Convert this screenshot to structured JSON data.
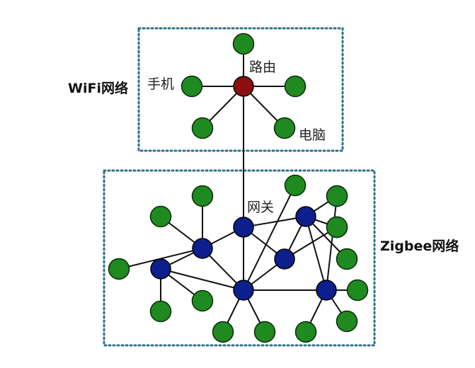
{
  "regions": {
    "wifi": {
      "label": "WiFi网络"
    },
    "zigbee": {
      "label": "Zigbee网络"
    }
  },
  "labels": {
    "router": "路由",
    "phone": "手机",
    "computer": "电脑",
    "gateway": "网关"
  },
  "colors": {
    "border": "#2f6f8f",
    "edge": "#111111",
    "router_fill": "#8b0f0f",
    "coordinator_fill": "#0d1f8c",
    "end_device_fill": "#1f8a1f",
    "node_stroke": "#0a2a0a"
  },
  "nodes": {
    "router": "router",
    "w_top": "end-device",
    "w_right": "end-device",
    "w_left": "end-device",
    "w_bottom_left": "end-device",
    "w_bottom_right": "end-device",
    "gateway": "coordinator",
    "b_left_upper": "coordinator",
    "b_left_lower": "coordinator",
    "b_center": "coordinator",
    "b_mid_right": "coordinator",
    "b_top_right": "coordinator",
    "b_bottom_right": "coordinator",
    "g1": "end-device",
    "g2": "end-device",
    "g3": "end-device",
    "g4": "end-device",
    "g5": "end-device",
    "g6": "end-device",
    "g7": "end-device",
    "g8": "end-device",
    "g9": "end-device",
    "g10": "end-device",
    "g11": "end-device",
    "g12": "end-device",
    "g13": "end-device",
    "g14": "end-device",
    "g15": "end-device",
    "g16": "end-device"
  },
  "edges": [
    [
      "router",
      "w_top"
    ],
    [
      "router",
      "w_right"
    ],
    [
      "router",
      "w_left"
    ],
    [
      "router",
      "w_bottom_left"
    ],
    [
      "router",
      "w_bottom_right"
    ],
    [
      "router",
      "gateway"
    ],
    [
      "gateway",
      "b_left_upper"
    ],
    [
      "gateway",
      "b_top_right"
    ],
    [
      "gateway",
      "b_mid_right"
    ],
    [
      "gateway",
      "b_center"
    ],
    [
      "b_left_upper",
      "b_left_lower"
    ],
    [
      "b_left_upper",
      "b_center"
    ],
    [
      "b_left_lower",
      "b_center"
    ],
    [
      "b_center",
      "b_mid_right"
    ],
    [
      "b_center",
      "b_bottom_right"
    ],
    [
      "b_mid_right",
      "b_top_right"
    ],
    [
      "b_top_right",
      "b_bottom_right"
    ],
    [
      "b_left_upper",
      "g1"
    ],
    [
      "b_left_upper",
      "g2"
    ],
    [
      "b_left_upper",
      "g3"
    ],
    [
      "b_left_lower",
      "g4"
    ],
    [
      "b_left_lower",
      "g5"
    ],
    [
      "b_center",
      "g6"
    ],
    [
      "b_center",
      "g7"
    ],
    [
      "b_center",
      "g8"
    ],
    [
      "b_top_right",
      "g9"
    ],
    [
      "b_top_right",
      "g10"
    ],
    [
      "b_top_right",
      "g11"
    ],
    [
      "b_bottom_right",
      "g12"
    ],
    [
      "b_bottom_right",
      "g13"
    ],
    [
      "b_bottom_right",
      "g14"
    ],
    [
      "b_bottom_right",
      "g15"
    ],
    [
      "b_mid_right",
      "g16"
    ]
  ]
}
